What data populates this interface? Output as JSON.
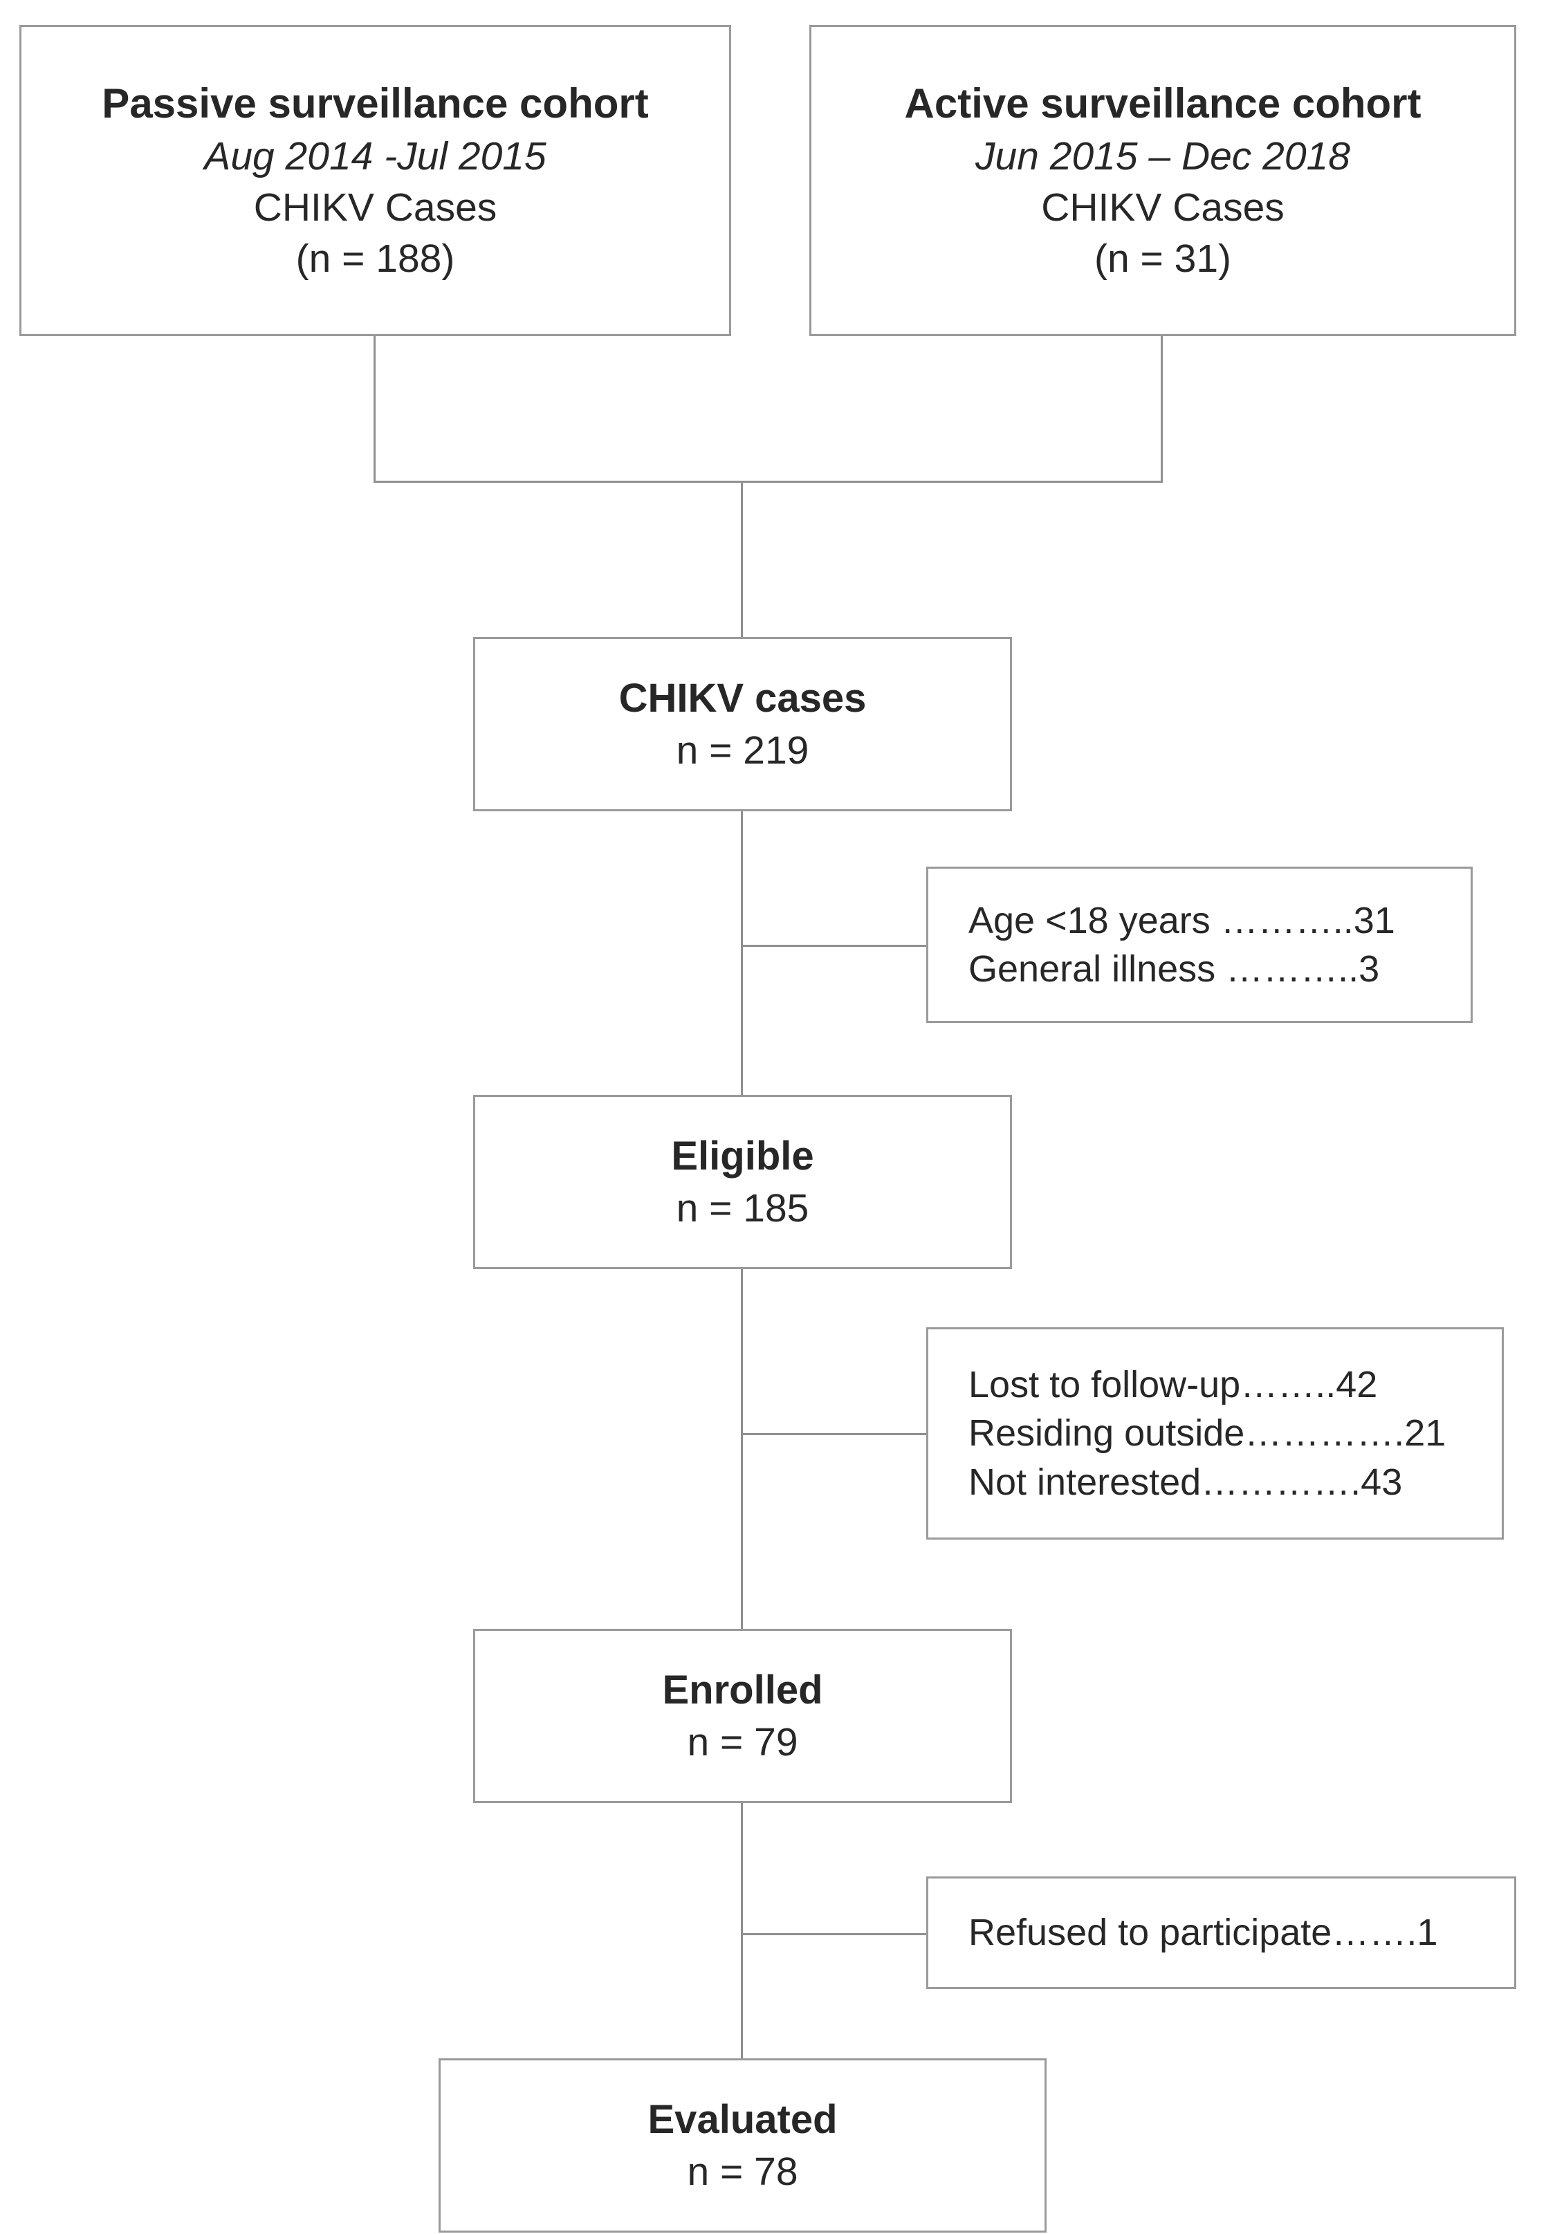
{
  "figure": {
    "type": "flow-diagram",
    "title": "CHIKV study participant flow diagram"
  },
  "cohorts": [
    {
      "id": "passive",
      "title": "Passive surveillance cohort",
      "period": "Aug 2014 -Jul 2015",
      "case_label": "CHIKV Cases",
      "count_label": "(n = 188)",
      "count": 188
    },
    {
      "id": "active",
      "title": "Active surveillance cohort",
      "period": "Jun 2015 – Dec 2018",
      "case_label": "CHIKV Cases",
      "count_label": "(n = 31)",
      "count": 31
    }
  ],
  "stages": [
    {
      "id": "chikv-cases",
      "title": "CHIKV cases",
      "count_label": "n = 219",
      "count": 219
    },
    {
      "id": "eligible",
      "title": "Eligible",
      "count_label": "n = 185",
      "count": 185
    },
    {
      "id": "enrolled",
      "title": "Enrolled",
      "count_label": "n = 79",
      "count": 79
    },
    {
      "id": "evaluated",
      "title": "Evaluated",
      "count_label": "n = 78",
      "count": 78
    }
  ],
  "exclusions": [
    {
      "id": "exclusion-1",
      "after_stage": "chikv-cases",
      "lines": [
        {
          "reason": "Age <18 years",
          "dots": " ………..",
          "value": "31",
          "text": "Age <18 years ………..31"
        },
        {
          "reason": "General illness",
          "dots": " ………..",
          "value": "3",
          "text": "General illness ………..3"
        }
      ]
    },
    {
      "id": "exclusion-2",
      "after_stage": "eligible",
      "lines": [
        {
          "reason": "Lost to follow-up",
          "dots": "……..",
          "value": "42",
          "text": "Lost to follow-up……..42"
        },
        {
          "reason": "Residing outside",
          "dots": "………….",
          "value": "21",
          "text": "Residing outside………….21"
        },
        {
          "reason": "Not interested",
          "dots": "………….",
          "value": "43",
          "text": "Not interested………….43"
        }
      ]
    },
    {
      "id": "exclusion-3",
      "after_stage": "enrolled",
      "lines": [
        {
          "reason": "Refused to participate",
          "dots": "…….",
          "value": "1",
          "text": "Refused to participate…….1"
        }
      ]
    }
  ],
  "colors": {
    "box_border": "#9a9a9a",
    "connector": "#8f8f8f",
    "text": "#262626",
    "background": "#ffffff"
  }
}
